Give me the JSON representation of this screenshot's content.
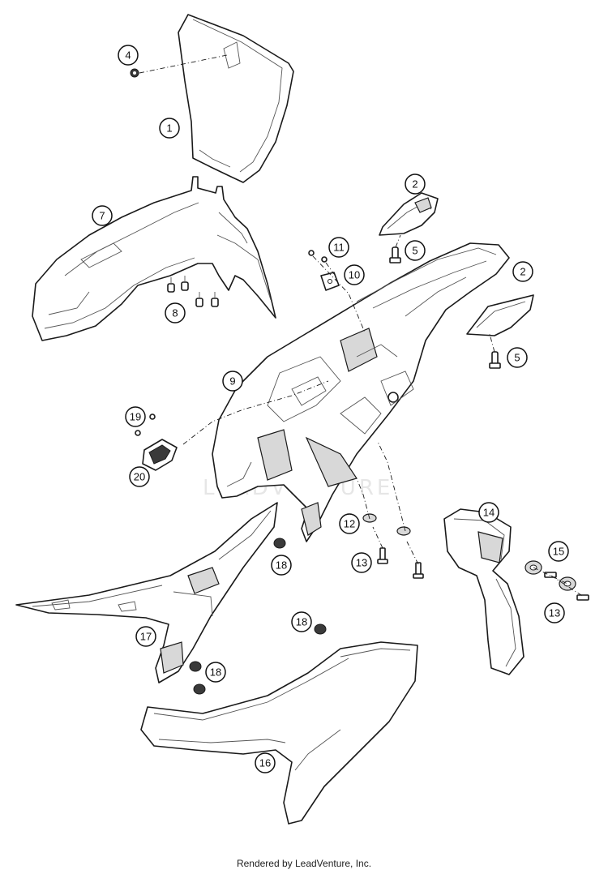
{
  "watermark": "LEADVENTURE",
  "footer": "Rendered by LeadVenture, Inc.",
  "callouts": {
    "c4": "4",
    "c1": "1",
    "c7": "7",
    "c8": "8",
    "c2a": "2",
    "c5a": "5",
    "c11": "11",
    "c10": "10",
    "c2b": "2",
    "c5b": "5",
    "c9": "9",
    "c19": "19",
    "c20": "20",
    "c12": "12",
    "c13a": "13",
    "c14": "14",
    "c15": "15",
    "c13b": "13",
    "c18a": "18",
    "c17": "17",
    "c18b": "18",
    "c18c": "18",
    "c16": "16"
  }
}
